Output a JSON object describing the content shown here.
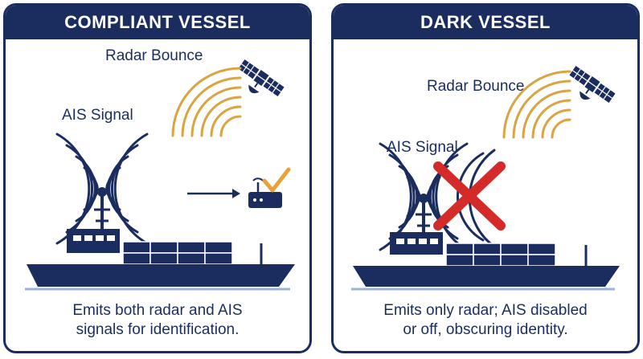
{
  "colors": {
    "navy": "#1a2d5e",
    "radar_gold": "#d9a441",
    "check_gold": "#e8a23a",
    "cross_red": "#d42a2a",
    "water_line": "#9bb3d6"
  },
  "icons": [
    "satellite-icon",
    "radar-wave-icon",
    "ais-wave-icon",
    "cargo-ship-icon",
    "receiver-icon",
    "checkmark-icon",
    "arrow-icon",
    "cross-icon"
  ],
  "panels": {
    "compliant": {
      "title": "COMPLIANT VESSEL",
      "radar_label": "Radar Bounce",
      "ais_label": "AIS Signal",
      "caption_line1": "Emits both radar and AIS",
      "caption_line2": "signals for identification."
    },
    "dark": {
      "title": "DARK VESSEL",
      "radar_label": "Radar Bounce",
      "ais_label": "AIS Signal",
      "caption_line1": "Emits only radar; AIS disabled",
      "caption_line2": "or off, obscuring identity."
    }
  }
}
